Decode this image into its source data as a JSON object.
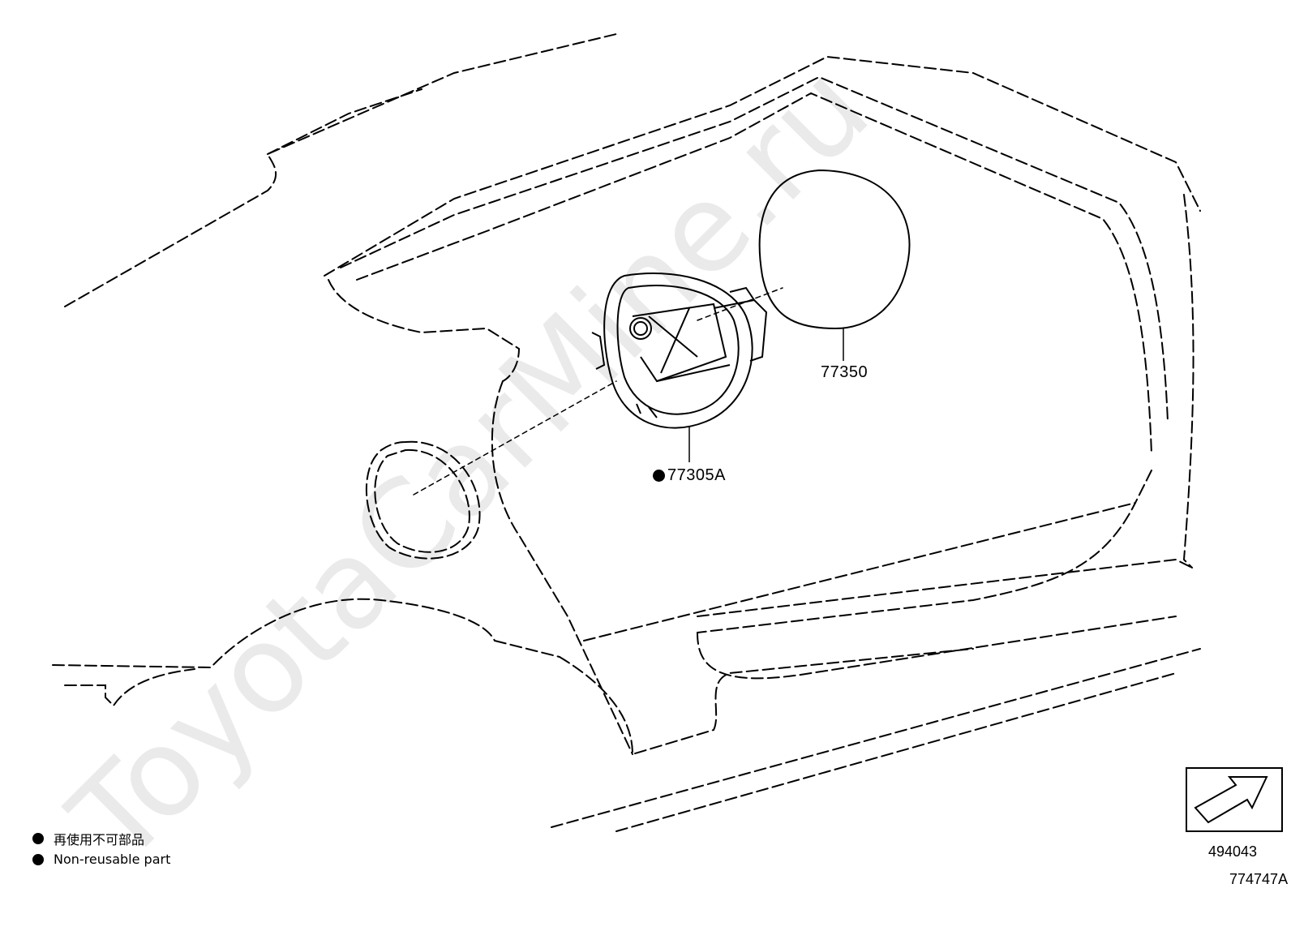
{
  "watermark": "ToyotaCarMine.ru",
  "parts": [
    {
      "id": "77350",
      "label": "77350"
    },
    {
      "id": "77305A",
      "label": "77305A",
      "non_reusable": true
    }
  ],
  "legend": [
    {
      "label": "再使用不可部品"
    },
    {
      "label": "Non-reusable part"
    }
  ],
  "view_reference": "494043",
  "illustration_id": "774747A",
  "icons": {
    "view_arrow": "arrow-icon",
    "non_reusable_marker": "filled-circle-icon"
  }
}
